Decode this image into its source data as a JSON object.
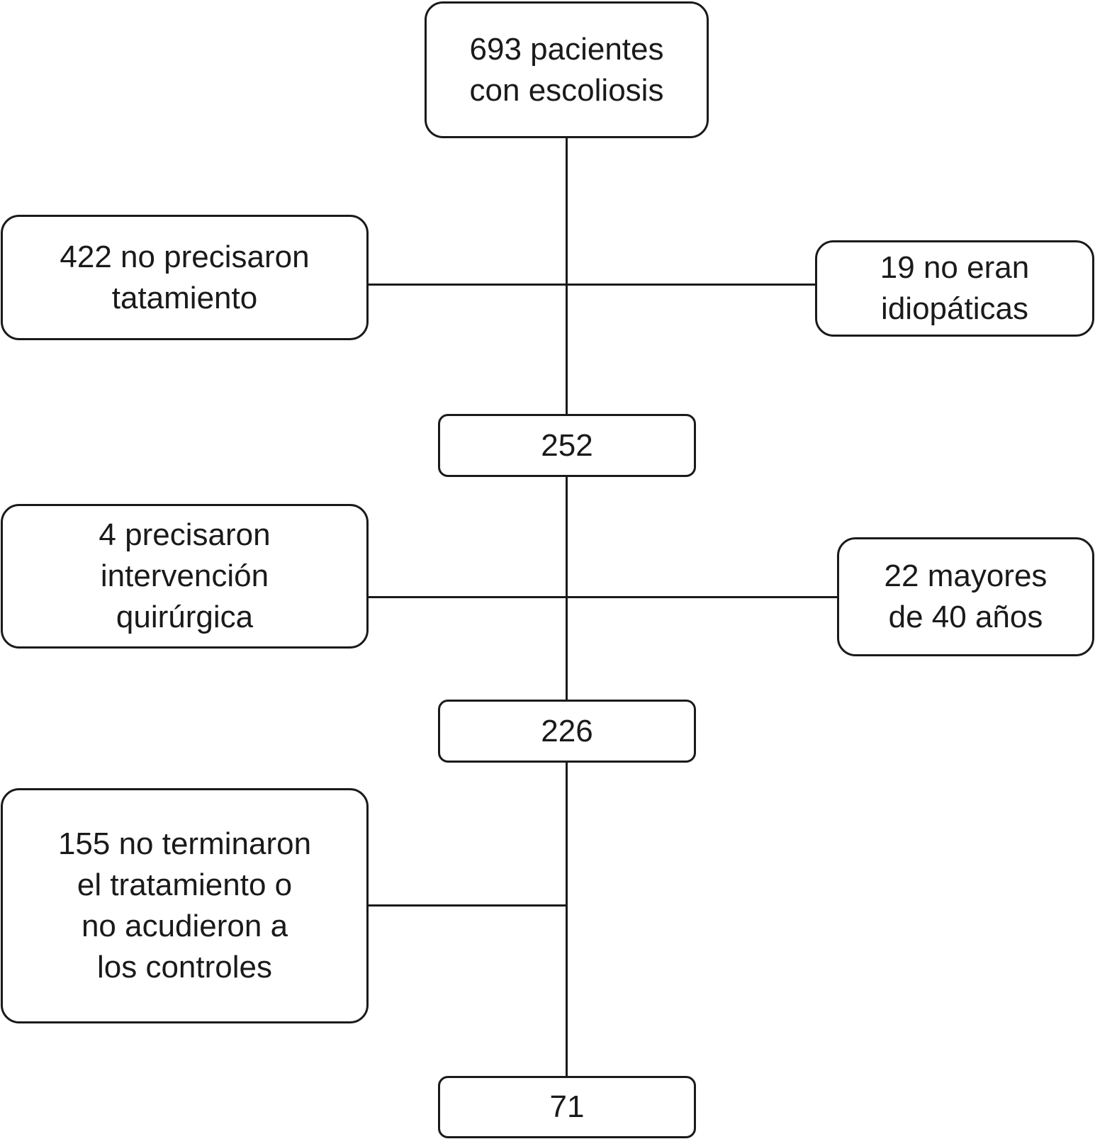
{
  "flow": {
    "start": "693 pacientes\ncon escoliosis",
    "excl_1_left": "422 no precisaron\ntatamiento",
    "excl_1_right": "19 no eran\nidiopáticas",
    "count_1": "252",
    "excl_2_left": "4 precisaron\nintervención\nquirúrgica",
    "excl_2_right": "22 mayores\nde 40 años",
    "count_2": "226",
    "excl_3_left": "155 no terminaron\nel tratamiento o\nno acudieron a\nlos controles",
    "count_3": "71"
  },
  "colors": {
    "stroke": "#1a1a1a",
    "background": "#ffffff"
  }
}
